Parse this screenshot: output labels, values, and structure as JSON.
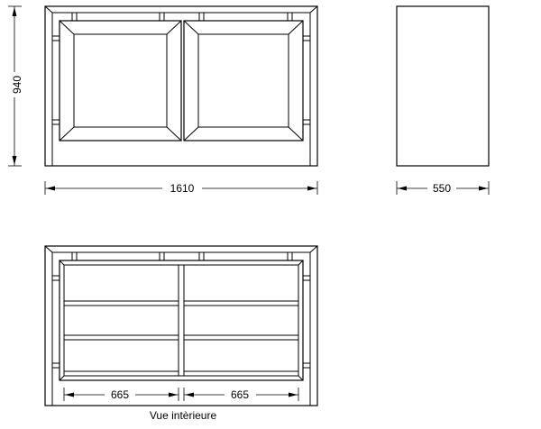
{
  "dimensions": {
    "height": "940",
    "width_total": "1610",
    "depth": "550",
    "interior_left": "665",
    "interior_right": "665"
  },
  "caption": "Vue intèrieure"
}
